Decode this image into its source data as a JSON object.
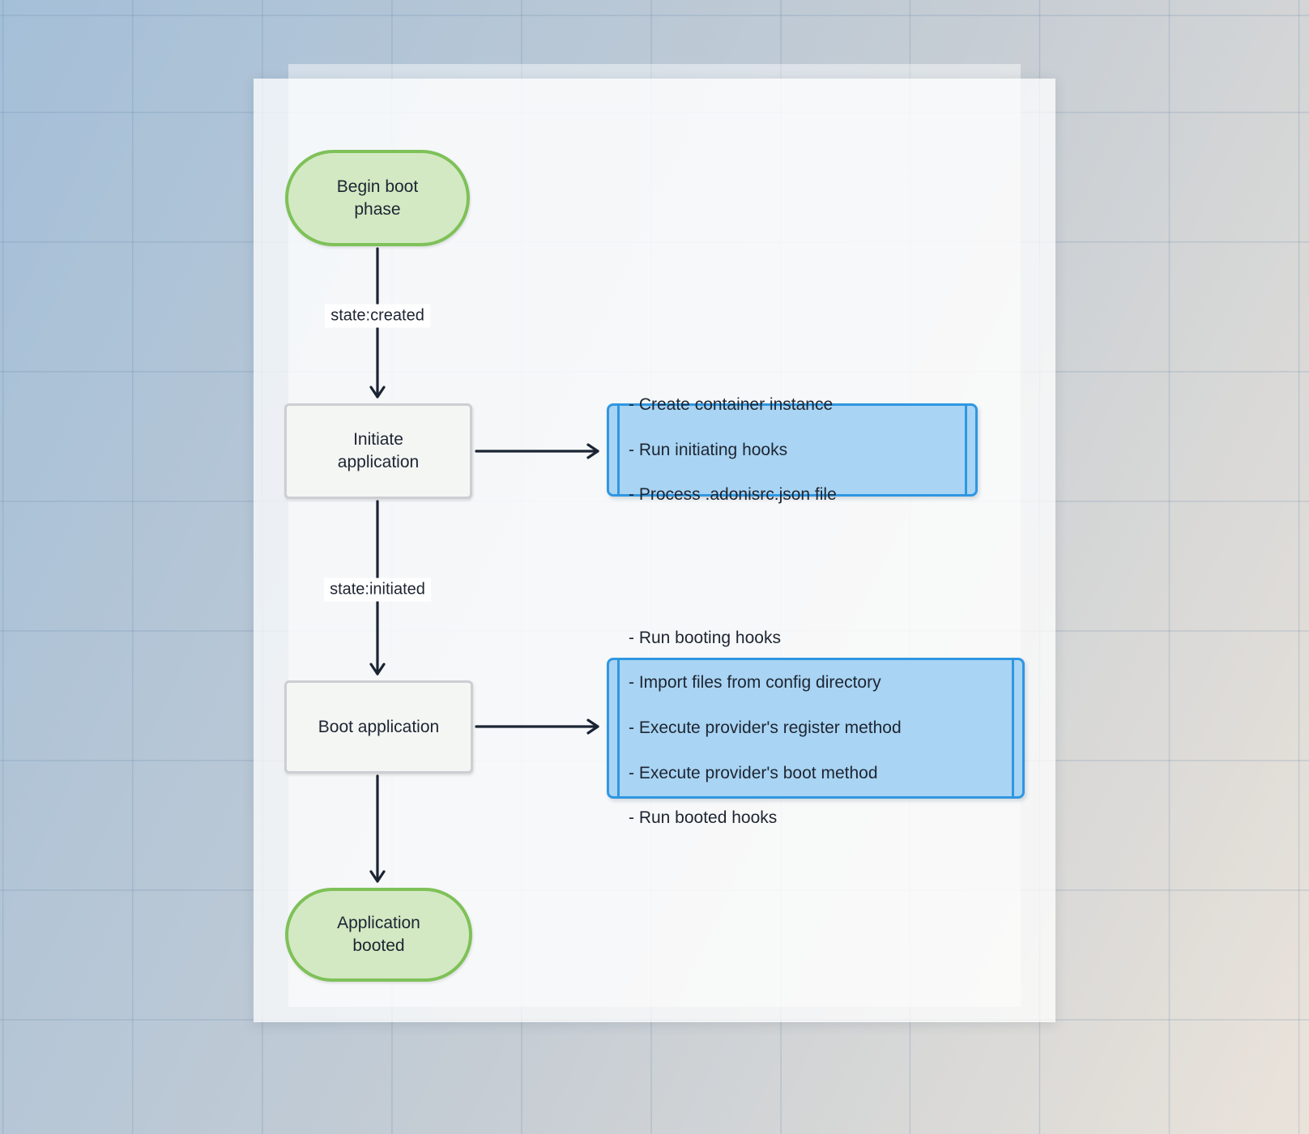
{
  "diagram": {
    "nodes": {
      "start": {
        "label": "Begin boot\nphase"
      },
      "initiate": {
        "label": "Initiate\napplication"
      },
      "boot": {
        "label": "Boot application"
      },
      "end": {
        "label": "Application\nbooted"
      }
    },
    "edges": {
      "created": {
        "label": "state:created"
      },
      "initiated": {
        "label": "state:initiated"
      }
    },
    "initiate_actions": [
      "- Create container instance",
      "- Run initiating hooks",
      "- Process .adonisrc.json file"
    ],
    "boot_actions": [
      "- Run booting hooks",
      "- Import files from config directory",
      "- Execute provider's register method",
      "- Execute provider's boot method",
      "- Run booted hooks"
    ]
  },
  "theme": {
    "bg-start": "#a4bfd8",
    "bg-mid": "#c6cdd4",
    "bg-end": "#eae3da",
    "grid-line": "rgba(90,125,160,0.22)",
    "sheet-front": "rgba(255,255,255,0.74)",
    "sheet-back": "rgba(255,255,255,0.45)",
    "text": "#1d2532",
    "arrow": "#1b2433",
    "start-fill": "#d3e9c3",
    "start-border": "#7ec158",
    "process-fill": "#f4f6f4",
    "process-border": "#cdced2",
    "subroutine-fill": "#a9d4f3",
    "subroutine-border": "#2f97e1",
    "label-bg": "#ffffff"
  }
}
